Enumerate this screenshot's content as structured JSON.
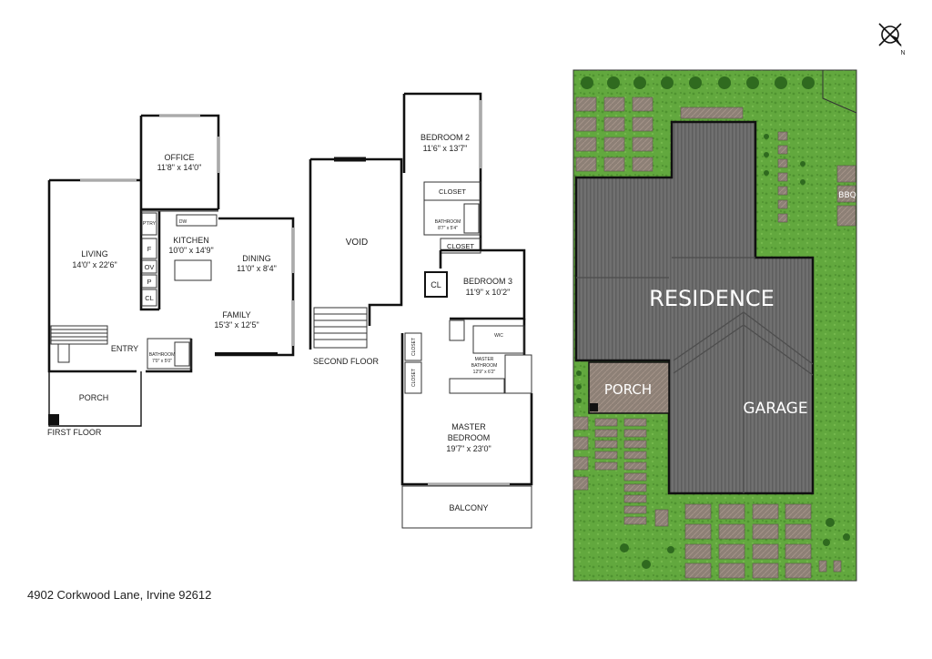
{
  "address": "4902 Corkwood Lane, Irvine 92612",
  "compass_letter": "N",
  "first_floor": {
    "caption": "FIRST FLOOR",
    "office": {
      "name": "OFFICE",
      "dims": "11'8\" x 14'0\""
    },
    "living": {
      "name": "LIVING",
      "dims": "14'0\" x 22'6\""
    },
    "kitchen": {
      "name": "KITCHEN",
      "dims": "10'0\" x 14'9\""
    },
    "dining": {
      "name": "DINING",
      "dims": "11'0\" x 8'4\""
    },
    "family": {
      "name": "FAMILY",
      "dims": "15'3\" x 12'5\""
    },
    "entry": "ENTRY",
    "porch": "PORCH",
    "bathroom": {
      "name": "BATHROOM",
      "dims": "7'0\" x 5'0\""
    },
    "fixtures": {
      "pantry": "P'TRY",
      "dw": "DW",
      "fridge": "F",
      "oven": "OV",
      "p": "P",
      "cl": "CL"
    }
  },
  "second_floor": {
    "caption": "SECOND FLOOR",
    "void": "VOID",
    "bedroom2": {
      "name": "BEDROOM 2",
      "dims": "11'6\" x 13'7\""
    },
    "closet_a": "CLOSET",
    "bathroom": {
      "name": "BATHROOM",
      "dims": "8'7\" x 5'4\""
    },
    "closet_b": "CLOSET",
    "bedroom3": {
      "name": "BEDROOM 3",
      "dims": "11'9\" x 10'2\""
    },
    "cl": "CL",
    "wic": "WIC",
    "closet_c": "CLOSET",
    "closet_d": "CLOSET",
    "master_bath": {
      "line1": "MASTER",
      "line2": "BATHROOM",
      "dims": "12'9\" x 6'2\""
    },
    "master_bed": {
      "line1": "MASTER",
      "line2": "BEDROOM",
      "dims": "19'7\" x 23'0\""
    },
    "balcony": "BALCONY"
  },
  "site_plan": {
    "residence": "RESIDENCE",
    "garage": "GARAGE",
    "porch": "PORCH",
    "bbq": "BBQ"
  },
  "colors": {
    "grass": "#5fa63c",
    "roof": "#6f6f6f",
    "paver": "#8c7f74",
    "wall": "#111111"
  }
}
